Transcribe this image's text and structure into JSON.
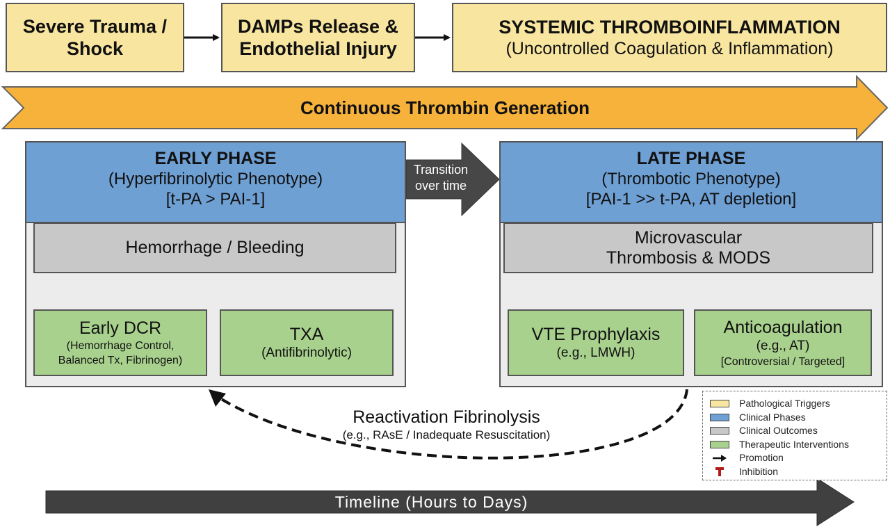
{
  "triggers": [
    {
      "line1": "Severe Trauma /",
      "line2": "Shock"
    },
    {
      "line1": "DAMPs Release &",
      "line2": "Endothelial Injury"
    },
    {
      "line1": "SYSTEMIC THROMBOINFLAMMATION",
      "line2": "(Uncontrolled Coagulation & Inflammation)"
    }
  ],
  "thrombin_arrow": "Continuous Thrombin Generation",
  "transition": {
    "line1": "Transition",
    "line2": "over time"
  },
  "early": {
    "title": "EARLY PHASE",
    "subtitle": "(Hyperfibrinolytic Phenotype)",
    "note": "[t-PA > PAI-1]",
    "outcome": "Hemorrhage / Bleeding",
    "interventions": [
      {
        "name": "Early DCR",
        "detail1": "(Hemorrhage Control,",
        "detail2": "Balanced Tx, Fibrinogen)"
      },
      {
        "name": "TXA",
        "detail1": "(Antifibrinolytic)"
      }
    ]
  },
  "late": {
    "title": "LATE PHASE",
    "subtitle": "(Thrombotic Phenotype)",
    "note": "[PAI-1 >> t-PA, AT depletion]",
    "outcome_line1": "Microvascular",
    "outcome_line2": "Thrombosis & MODS",
    "interventions": [
      {
        "name": "VTE Prophylaxis",
        "detail1": "(e.g., LMWH)"
      },
      {
        "name": "Anticoagulation",
        "detail1": "(e.g., AT)",
        "detail2": "[Controversial / Targeted]"
      }
    ]
  },
  "reactivation": {
    "title": "Reactivation Fibrinolysis",
    "subtitle": "(e.g., RAsE / Inadequate Resuscitation)"
  },
  "legend": [
    {
      "label": "Pathological Triggers",
      "color": "#f8e6a0"
    },
    {
      "label": "Clinical Phases",
      "color": "#6fa0d4"
    },
    {
      "label": "Clinical Outcomes",
      "color": "#c8c8c8"
    },
    {
      "label": "Therapeutic Interventions",
      "color": "#a9d18e"
    },
    {
      "label": "Promotion",
      "icon": "arrow-icon"
    },
    {
      "label": "Inhibition",
      "icon": "inhibition-t-icon",
      "color": "#b31b1b"
    }
  ],
  "timeline": "Timeline (Hours to Days)"
}
